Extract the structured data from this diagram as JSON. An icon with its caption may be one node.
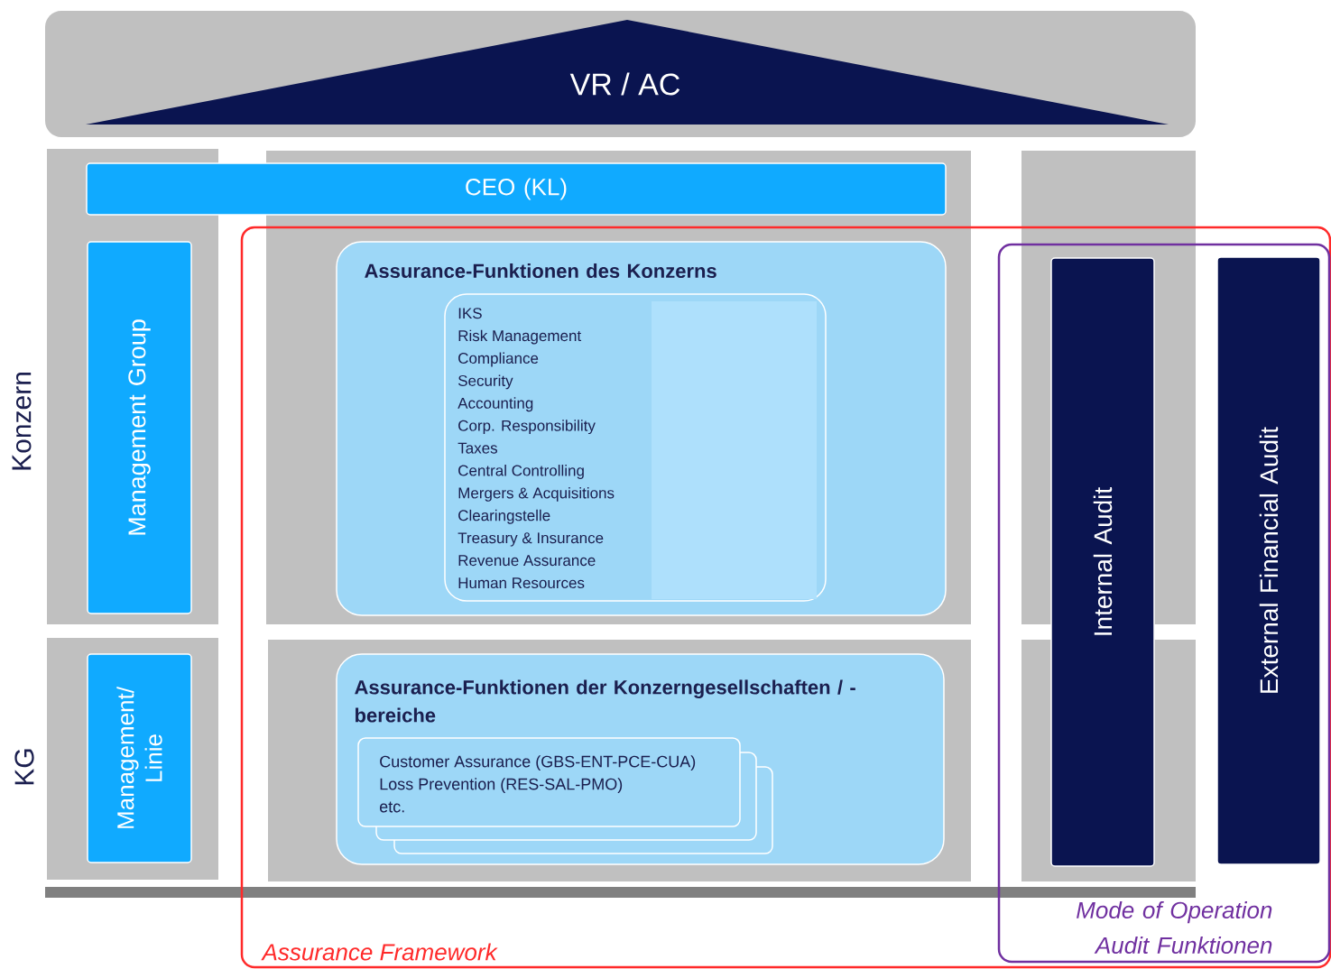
{
  "diagram": {
    "nodes": [
      {
        "text": [
          "VR / AC"
        ]
      },
      {
        "text": [
          "CEO (KL)"
        ]
      },
      {
        "text": [
          "Management Group"
        ]
      },
      {
        "text": [
          "Management/ Linie"
        ]
      },
      {
        "text": [
          "Assurance Framework"
        ]
      },
      {
        "text": [
          "Assurance-Funktionen des Konzerns"
        ],
        "in": 4
      },
      {
        "text": [
          "IKS",
          "Risk Management",
          "Compliance",
          "Security",
          "Accounting",
          "Corp. Responsibility",
          "Taxes",
          "Central Controlling",
          "Mergers & Acquisitions",
          "Clearingstelle",
          "Treasury & Insurance",
          "Revenue Assurance",
          "Human Resources"
        ],
        "in": 5
      },
      {
        "text": [
          "Assurance-Funktionen der Konzerngesellschaften / -bereiche"
        ],
        "in": 4
      },
      {
        "text": [
          "Customer Assurance (GBS-ENT-PCE-CUA)",
          "Loss Prevention (RES-SAL-PMO)",
          "etc."
        ],
        "in": 7
      },
      {
        "text": [
          "Mode of Operation Audit Funktionen"
        ],
        "in": 4
      },
      {
        "text": [
          "Internal Audit"
        ],
        "in": 9
      },
      {
        "text": [
          "External Financial Audit"
        ],
        "in": 9
      }
    ],
    "labels": [
      "Konzern",
      "KG"
    ]
  }
}
